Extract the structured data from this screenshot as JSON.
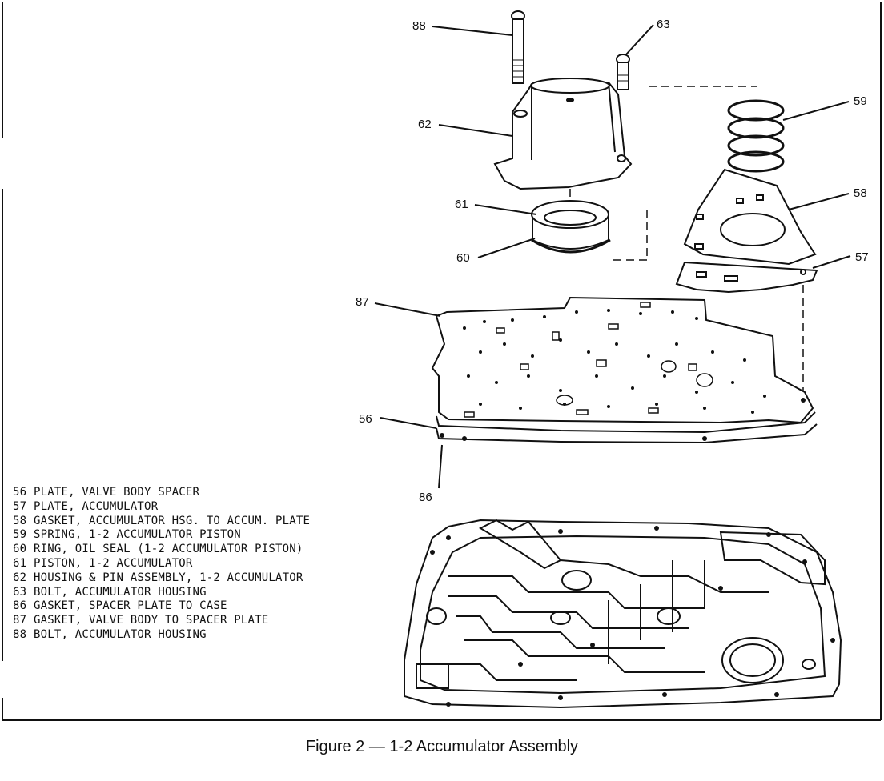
{
  "callouts": {
    "c88": "88",
    "c63": "63",
    "c59": "59",
    "c62": "62",
    "c58": "58",
    "c61": "61",
    "c57": "57",
    "c60": "60",
    "c87": "87",
    "c56": "56",
    "c86": "86"
  },
  "legend": [
    {
      "num": "56",
      "text": "PLATE, VALVE BODY SPACER"
    },
    {
      "num": "57",
      "text": "PLATE, ACCUMULATOR"
    },
    {
      "num": "58",
      "text": "GASKET, ACCUMULATOR HSG. TO ACCUM. PLATE"
    },
    {
      "num": "59",
      "text": "SPRING, 1-2 ACCUMULATOR PISTON"
    },
    {
      "num": "60",
      "text": "RING, OIL SEAL (1-2 ACCUMULATOR PISTON)"
    },
    {
      "num": "61",
      "text": "PISTON, 1-2 ACCUMULATOR"
    },
    {
      "num": "62",
      "text": "HOUSING & PIN ASSEMBLY, 1-2 ACCUMULATOR"
    },
    {
      "num": "63",
      "text": "BOLT, ACCUMULATOR HOUSING"
    },
    {
      "num": "86",
      "text": "GASKET, SPACER PLATE TO CASE"
    },
    {
      "num": "87",
      "text": "GASKET, VALVE BODY TO SPACER PLATE"
    },
    {
      "num": "88",
      "text": "BOLT, ACCUMULATOR HOUSING"
    }
  ],
  "caption": "Figure 2 — 1-2 Accumulator Assembly"
}
